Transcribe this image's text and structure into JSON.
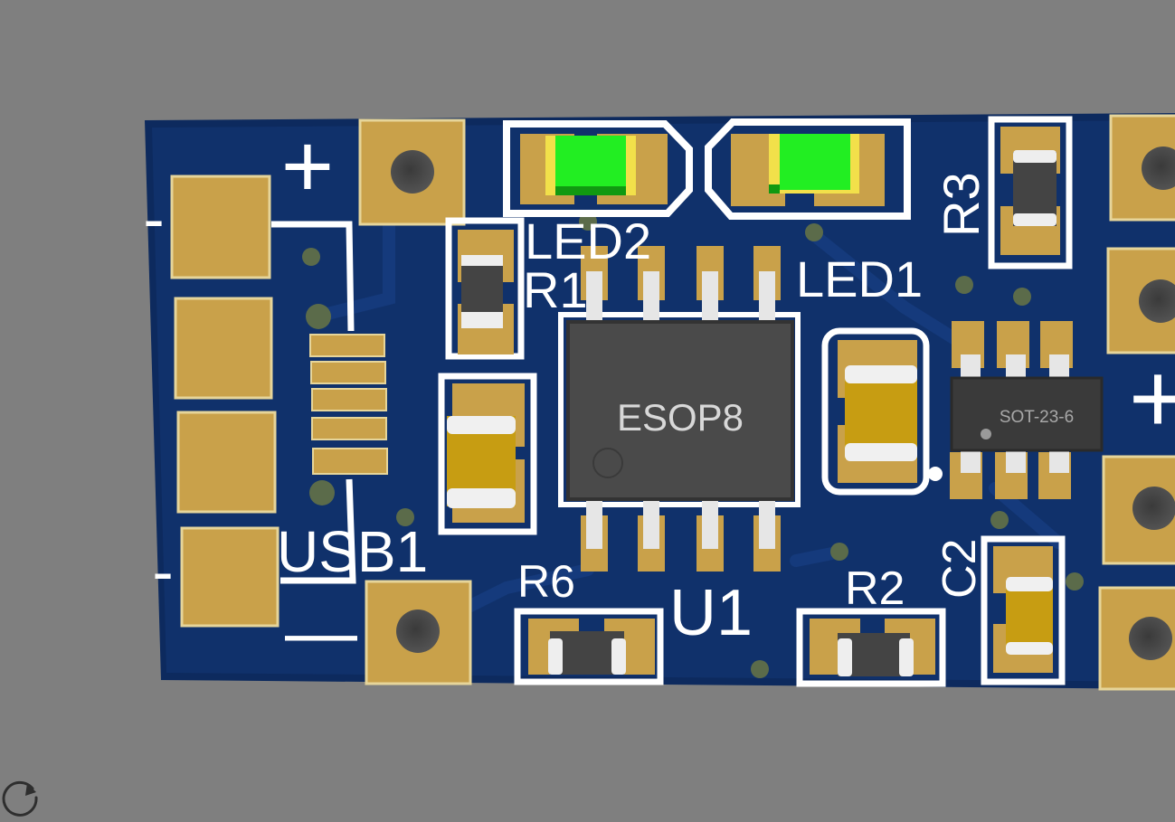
{
  "board": {
    "colors": {
      "background": "#7f7f7f",
      "soldermask": "#0d2a5e",
      "copper_pad": "#c9a14a",
      "silkscreen": "#ffffff",
      "led_green": "#22ee22",
      "ic_body": "#4a4a4a"
    },
    "silkscreen": {
      "usb1": "USB1",
      "led2": "LED2",
      "led1": "LED1",
      "r1": "R1",
      "r2": "R2",
      "r3": "R3",
      "r6": "R6",
      "u1": "U1",
      "c2": "C2",
      "plus_top": "+",
      "plus_right": "+",
      "minus_left_top": "-",
      "minus_left_bottom": "-",
      "minus_bottom": "—"
    },
    "packages": {
      "esop8": "ESOP8",
      "sot23_6": "SOT-23-6"
    }
  },
  "toolbar": {
    "reset_view_icon": "rotate-icon"
  }
}
